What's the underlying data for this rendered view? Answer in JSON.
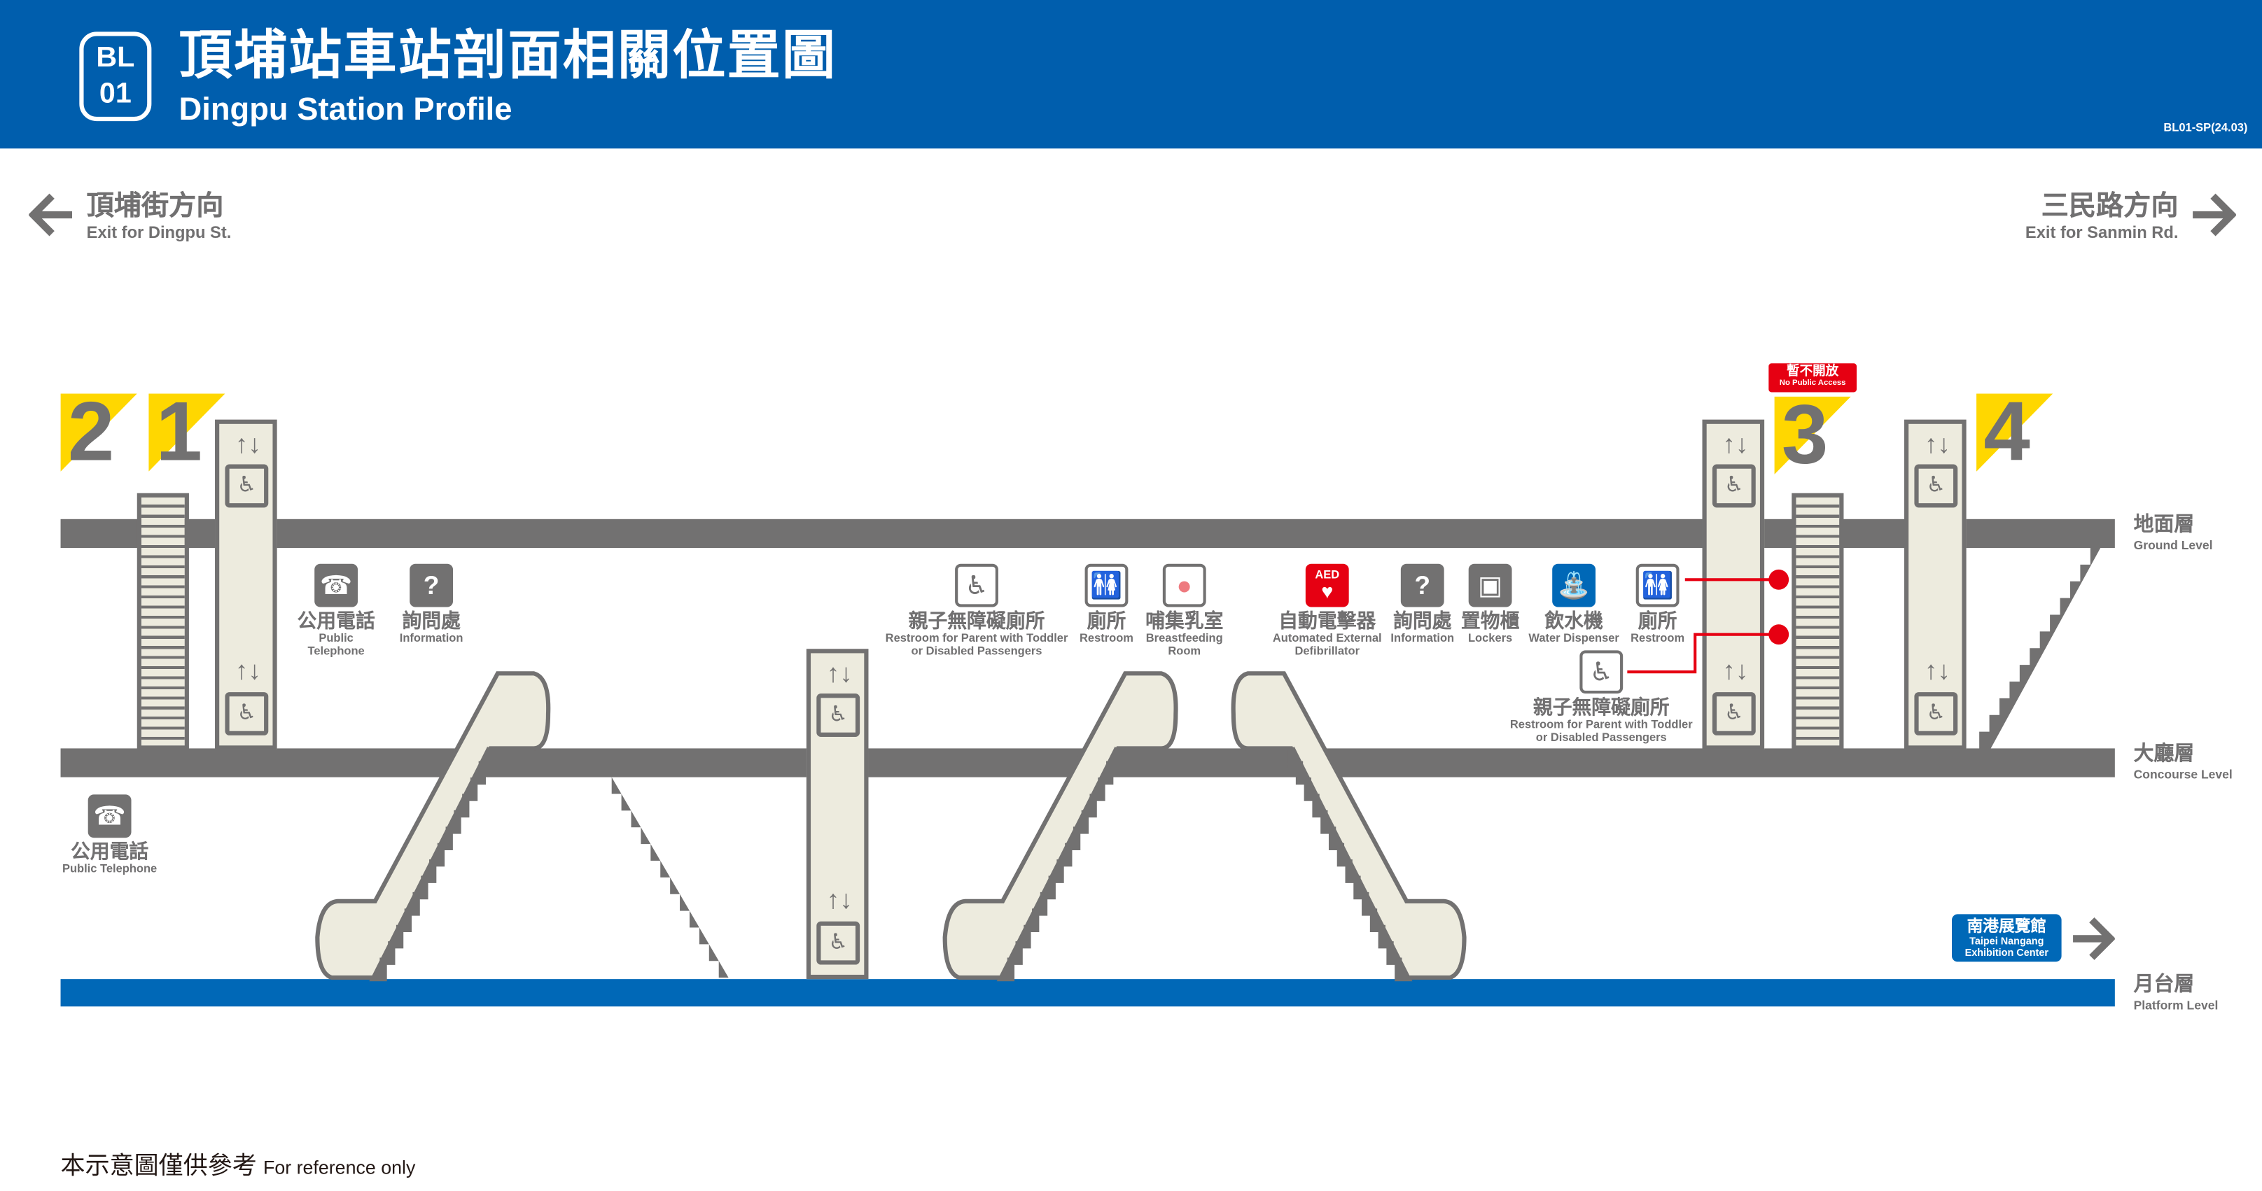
{
  "header": {
    "line_code": "BL",
    "station_number": "01",
    "title_zh": "頂埔站車站剖面相關位置圖",
    "title_en": "Dingpu Station Profile",
    "doc_code": "BL01-SP(24.03)",
    "color": "#005EAD"
  },
  "directions": {
    "left": {
      "zh": "頂埔街方向",
      "en": "Exit for Dingpu St.",
      "icon": "arrow-left-icon"
    },
    "right": {
      "zh": "三民路方向",
      "en": "Exit for Sanmin Rd.",
      "icon": "arrow-right-icon"
    }
  },
  "levels": [
    {
      "zh": "地面層",
      "en": "Ground Level"
    },
    {
      "zh": "大廳層",
      "en": "Concourse Level"
    },
    {
      "zh": "月台層",
      "en": "Platform Level"
    }
  ],
  "exits": [
    {
      "number": "2"
    },
    {
      "number": "1"
    },
    {
      "number": "3",
      "status_zh": "暫不開放",
      "status_en": "No Public Access"
    },
    {
      "number": "4"
    }
  ],
  "facilities": [
    {
      "zh": "公用電話",
      "en": "Public Telephone",
      "icon": "telephone-icon"
    },
    {
      "zh": "詢問處",
      "en": "Information",
      "icon": "question-icon"
    },
    {
      "zh": "親子無障礙廁所",
      "en": "Restroom for Parent with Toddler or Disabled Passengers",
      "icon": "family-accessible-restroom-icon"
    },
    {
      "zh": "廁所",
      "en": "Restroom",
      "icon": "restroom-icon"
    },
    {
      "zh": "哺集乳室",
      "en": "Breastfeeding Room",
      "icon": "breastfeeding-icon"
    },
    {
      "zh": "自動電擊器",
      "en": "Automated External Defibrillator",
      "icon": "aed-icon",
      "icon_text": "AED"
    },
    {
      "zh": "詢問處",
      "en": "Information",
      "icon": "question-icon"
    },
    {
      "zh": "置物櫃",
      "en": "Lockers",
      "icon": "locker-icon"
    },
    {
      "zh": "飲水機",
      "en": "Water Dispenser",
      "icon": "water-dispenser-icon"
    },
    {
      "zh": "廁所",
      "en": "Restroom",
      "icon": "restroom-icon"
    },
    {
      "zh": "親子無障礙廁所",
      "en": "Restroom for Parent with Toddler or Disabled Passengers",
      "icon": "family-accessible-restroom-icon"
    },
    {
      "zh": "公用電話",
      "en": "Public Telephone",
      "icon": "telephone-icon"
    }
  ],
  "platform_direction": {
    "zh": "南港展覽館",
    "en": "Taipei Nangang Exhibition Center",
    "color": "#0068B7"
  },
  "footer": {
    "note_zh": "本示意圖僅供參考",
    "note_en": "For reference only"
  },
  "colors": {
    "gray": "#727171",
    "beige": "#EDEBDE",
    "exit_yellow": "#FFD700",
    "platform_blue": "#0068B7",
    "alert_red": "#E60012"
  }
}
